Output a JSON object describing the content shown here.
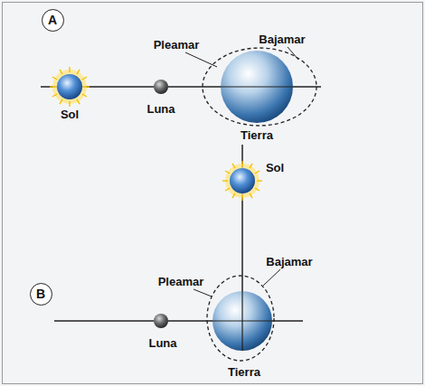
{
  "diagram": {
    "nodes": [
      {
        "text": [
          "A"
        ]
      },
      {
        "text": [
          "Sol"
        ]
      },
      {
        "text": [
          "Luna"
        ]
      },
      {
        "text": [
          "Tierra"
        ]
      },
      {
        "text": [
          "B"
        ]
      },
      {
        "text": [
          "Sol"
        ]
      },
      {
        "text": [
          "Luna"
        ]
      },
      {
        "text": [
          "Tierra"
        ]
      }
    ],
    "edges": [
      {
        "from": 1,
        "to": 2,
        "arrow": "none"
      },
      {
        "from": 2,
        "to": 3,
        "arrow": "none"
      },
      {
        "from": 5,
        "to": 7,
        "arrow": "none"
      },
      {
        "from": 6,
        "to": 7,
        "arrow": "none"
      }
    ],
    "labels": [
      "Pleamar",
      "Bajamar",
      "Bajamar",
      "Pleamar"
    ]
  }
}
